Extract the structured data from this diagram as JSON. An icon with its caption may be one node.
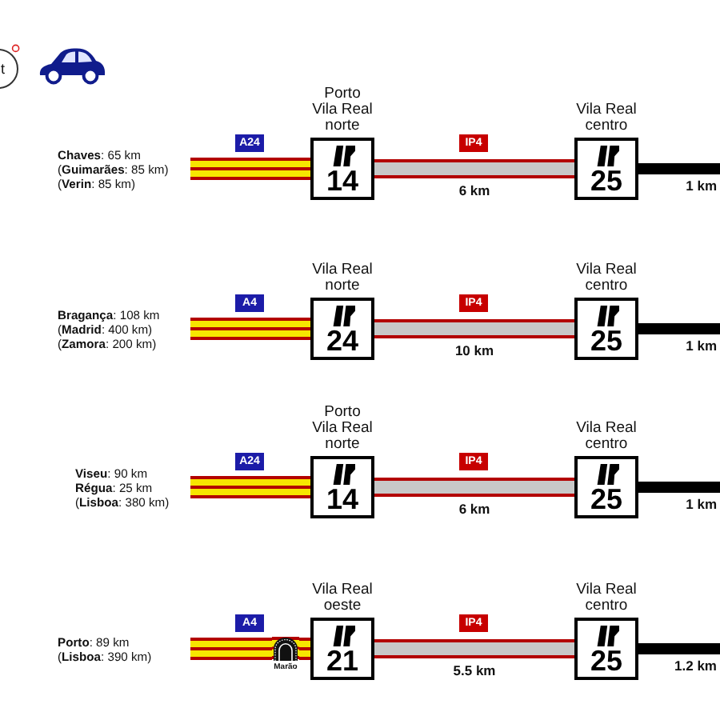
{
  "diagram": {
    "nodes": [
      {
        "text": [
          "**Chaves**: 65 km",
          "(**Guimarães**: 85 km)",
          "(**Verin**: 85 km)"
        ]
      },
      {
        "text": [
          "A24"
        ]
      },
      {
        "text": [
          "Porto Vila Real norte",
          "14"
        ]
      },
      {
        "text": [
          "IP4"
        ]
      },
      {
        "text": [
          "Vila Real centro",
          "25"
        ]
      },
      {
        "text": [
          "**Bragança**: 108 km",
          "(**Madrid**: 400 km)",
          "(**Zamora**: 200 km)"
        ]
      },
      {
        "text": [
          "A4"
        ]
      },
      {
        "text": [
          "Vila Real norte",
          "24"
        ]
      },
      {
        "text": [
          "IP4"
        ]
      },
      {
        "text": [
          "Vila Real centro",
          "25"
        ]
      },
      {
        "text": [
          "**Viseu**: 90 km",
          "**Régua**: 25 km",
          "(**Lisboa**: 380 km)"
        ]
      },
      {
        "text": [
          "A24"
        ]
      },
      {
        "text": [
          "Porto Vila Real norte",
          "14"
        ]
      },
      {
        "text": [
          "IP4"
        ]
      },
      {
        "text": [
          "Vila Real centro",
          "25"
        ]
      },
      {
        "text": [
          "**Porto**: 89 km",
          "(**Lisboa**: 390 km)"
        ]
      },
      {
        "text": [
          "A4"
        ]
      },
      {
        "text": [],
        "shape": "picture",
        "beside": [
          "Marão"
        ]
      },
      {
        "text": [
          "Vila Real oeste",
          "21"
        ]
      },
      {
        "text": [
          "IP4"
        ]
      },
      {
        "text": [
          "Vila Real centro",
          "25"
        ]
      }
    ],
    "edges": [
      {
        "from": 0,
        "to": 2,
        "arrow": "none",
        "color": "#f7e600"
      },
      {
        "from": 2,
        "to": 4,
        "arrow": "none",
        "label": "6 km",
        "color": "#c8c8c8"
      },
      {
        "from": 4,
        "to": null,
        "arrow": "none",
        "label": "1 km"
      },
      {
        "from": 5,
        "to": 7,
        "arrow": "none",
        "color": "#f7e600"
      },
      {
        "from": 7,
        "to": 9,
        "arrow": "none",
        "label": "10 km",
        "color": "#c8c8c8"
      },
      {
        "from": 9,
        "to": null,
        "arrow": "none",
        "label": "1 km"
      },
      {
        "from": 10,
        "to": 12,
        "arrow": "none",
        "color": "#f7e600"
      },
      {
        "from": 12,
        "to": 14,
        "arrow": "none",
        "label": "6 km",
        "color": "#c8c8c8"
      },
      {
        "from": 14,
        "to": null,
        "arrow": "none",
        "label": "1 km"
      },
      {
        "from": 15,
        "to": 17,
        "arrow": "none",
        "color": "#f7e600"
      },
      {
        "from": 17,
        "to": 18,
        "arrow": "none",
        "color": "#f7e600"
      },
      {
        "from": 18,
        "to": 20,
        "arrow": "none",
        "label": "5.5 km",
        "color": "#c8c8c8"
      },
      {
        "from": 20,
        "to": null,
        "arrow": "none",
        "label": "1.2 km"
      }
    ],
    "labels": [
      "t"
    ]
  }
}
